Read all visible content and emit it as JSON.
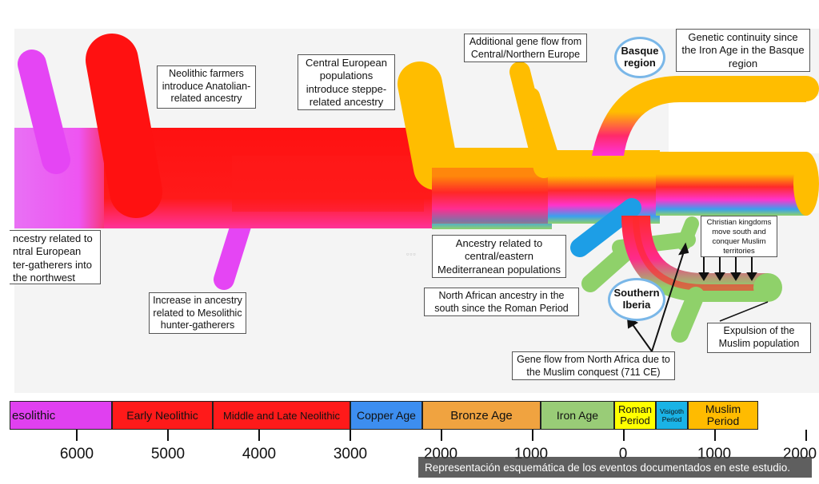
{
  "labels": {
    "mesolithic_hg": "ncestry related to\nntral European\nter-gatherers into\nthe northwest",
    "neolithic": "Neolithic farmers\nintroduce Anatolian-\nrelated ancestry",
    "steppe": "Central European\npopulations\nintroduce steppe-\nrelated ancestry",
    "gene_flow_north": "Additional gene flow from\nCentral/Northern Europe",
    "basque_region": "Basque\nregion",
    "continuity": "Genetic continuity since\nthe Iron Age in the Basque\nregion",
    "christian": "Christian kingdoms\nmove south and\nconquer Muslim\nterritories",
    "med": "Ancestry related to\ncentral/eastern\nMediterranean populations",
    "north_african": "North African ancestry in the\nsouth since the Roman Period",
    "southern_iberia": "Southern\nIberia",
    "expulsion": "Expulsion of the\nMuslim population",
    "mesolithic_increase": "Increase in ancestry\nrelated to Mesolithic\nhunter-gatherers",
    "muslim_conquest": "Gene flow from North Africa due to\nthe Muslim conquest (711 CE)"
  },
  "periods": [
    {
      "label": "esolithic",
      "color": "#e040f0"
    },
    {
      "label": "Early Neolithic",
      "color": "#ff1a1a"
    },
    {
      "label": "Middle and Late Neolithic",
      "color": "#ff1a1a"
    },
    {
      "label": "Copper Age",
      "color": "#3d8ef0"
    },
    {
      "label": "Bronze Age",
      "color": "#f0a340"
    },
    {
      "label": "Iron Age",
      "color": "#99cc77"
    },
    {
      "label": "Roman Period",
      "color": "#ffff00"
    },
    {
      "label": "Visigoth Period",
      "color": "#1ab3e6"
    },
    {
      "label": "Muslim Period",
      "color": "#ffbb00"
    }
  ],
  "ticks": [
    "6000",
    "5000",
    "4000",
    "3000",
    "2000",
    "1000",
    "0",
    "1000",
    "2000"
  ],
  "caption": "Representación esquemática de los eventos documentados en este estudio.",
  "colors": {
    "magenta": "#e545f4",
    "red": "#ff1111",
    "gold": "#ffbd00",
    "blue": "#1d9ee6",
    "green": "#8fd16a"
  }
}
